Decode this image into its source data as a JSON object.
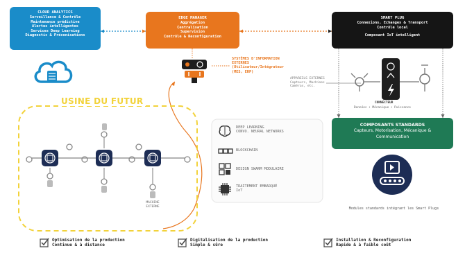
{
  "cloud": {
    "title": "CLOUD ANALYTICS",
    "lines": [
      "Surveillance & Contrôle",
      "Maintenance prédictive",
      "Alertes intelligentes",
      "Services Deep Learning",
      "Diagnostic & Préconisations"
    ],
    "color": "#1a8cc9"
  },
  "edge": {
    "title": "EDGE MANAGER",
    "lines": [
      "Aggrégation",
      "Centralisation",
      "Supervision",
      "Contrôle & Reconfiguration"
    ],
    "color": "#e8761e"
  },
  "smart_plug": {
    "title": "SMART PLUG",
    "lines": [
      "Connexions, Echanges & Transport",
      "Contrôle local"
    ],
    "subtitle": "Composant IoT intelligent",
    "color": "#151515"
  },
  "info_systems": {
    "lines": [
      "SYSTÈMES D'INFORMATION",
      "EXTERNES",
      "(Utilisateur/Intégrateur",
      "(MES, ERP)"
    ]
  },
  "external_devices": {
    "lines": [
      "APPAREILS EXTERNES",
      "Capteurs, Machines",
      "Caméras, etc."
    ]
  },
  "connector": {
    "label": "CONNECTEUR",
    "sublabel": "Données • Mécanique • Puissance"
  },
  "usine": {
    "title": "USINE DU FUTUR"
  },
  "machine_externe": {
    "lines": [
      "MACHINE",
      "EXTERNE"
    ]
  },
  "legend": [
    {
      "icon": "brain-icon",
      "lines": [
        "DEEP LEARNING",
        "CONVO. NEURAL NETWORKS"
      ]
    },
    {
      "icon": "blockchain-icon",
      "lines": [
        "BLOCKCHAIN"
      ]
    },
    {
      "icon": "modular-design-icon",
      "lines": [
        "DESIGN SWARM MODULAIRE"
      ]
    },
    {
      "icon": "chip-icon",
      "lines": [
        "TRAITEMENT EMBARQUÉ",
        "IoT"
      ]
    }
  ],
  "components": {
    "title": "COMPOSANTS STANDARDS",
    "lines": [
      "Capteurs, Motorisation, Mécanique &",
      "Communication"
    ],
    "color": "#1f7a55",
    "caption": "Modules standards intégrant les Smart Plugs"
  },
  "footer": [
    {
      "lines": [
        "Optimisation de la production",
        "Continue & à distance"
      ]
    },
    {
      "lines": [
        "Digitalisation de la production",
        "Simple & sûre"
      ]
    },
    {
      "lines": [
        "Installation & Reconfiguration",
        "Rapide & à faible coût"
      ]
    }
  ],
  "colors": {
    "accent_yellow": "#f2d23a",
    "module_navy": "#1d2d55",
    "arrow_orange": "#e8761e",
    "dotted_blue": "#1a8cc9"
  }
}
